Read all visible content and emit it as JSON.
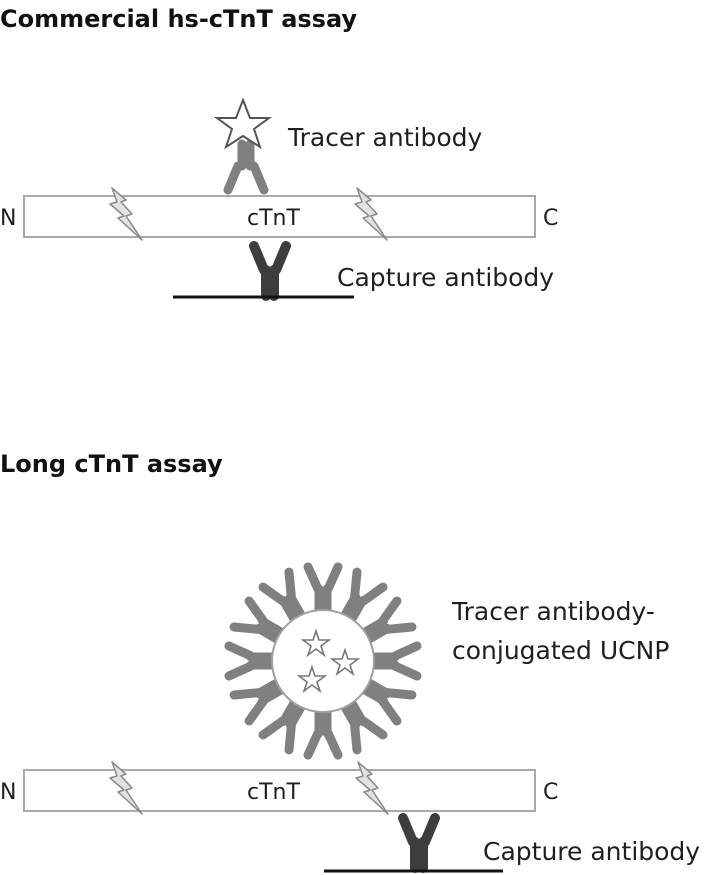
{
  "panel_top": {
    "title": "Commercial hs-cTnT assay",
    "n_terminus": "N",
    "c_terminus": "C",
    "protein_label": "cTnT",
    "tracer_label": "Tracer antibody",
    "capture_label": "Capture antibody"
  },
  "panel_bottom": {
    "title": "Long cTnT assay",
    "n_terminus": "N",
    "c_terminus": "C",
    "protein_label": "cTnT",
    "tracer_label_line1": "Tracer antibody-",
    "tracer_label_line2": "conjugated UCNP",
    "capture_label": "Capture antibody"
  }
}
